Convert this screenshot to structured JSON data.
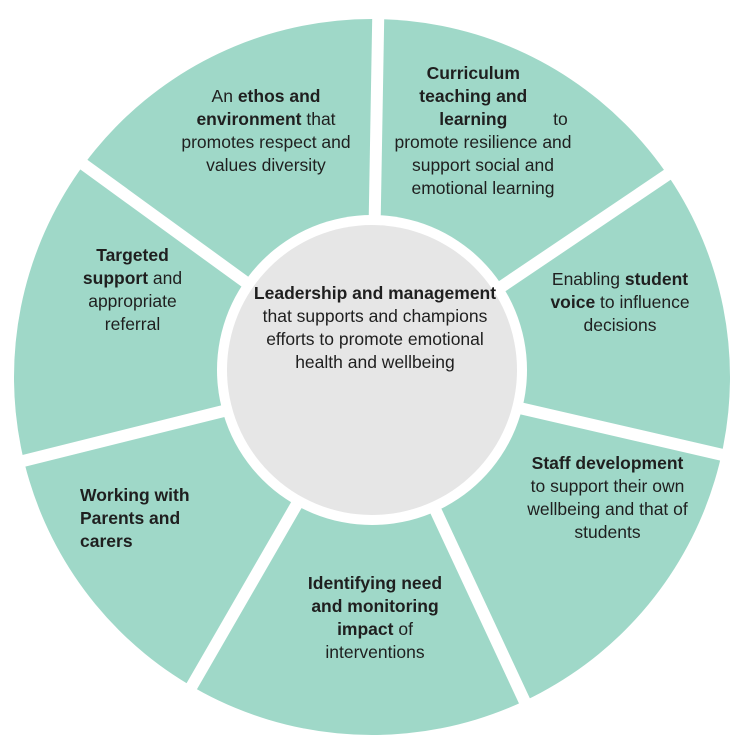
{
  "colors": {
    "segment_fill": "#9fd8c8",
    "center_fill": "#e6e6e6",
    "divider": "#ffffff",
    "text": "#1f1f1f"
  },
  "center": {
    "bold": "Leadership and management",
    "rest": " that supports and champions efforts to promote emotional health and wellbeing"
  },
  "segments": [
    {
      "id": "curriculum",
      "bold": "Curriculum teaching and learning",
      "rest": " to promote resilience and support social and emotional learning"
    },
    {
      "id": "student-voice",
      "pre": "Enabling ",
      "bold": "student voice",
      "rest": " to influence decisions"
    },
    {
      "id": "staff-development",
      "bold": "Staff development",
      "rest": " to support their own wellbeing and that of students"
    },
    {
      "id": "identifying-need",
      "bold": "Identifying need and monitoring impact",
      "rest": " of interventions"
    },
    {
      "id": "parents",
      "bold": "Working with Parents and carers",
      "rest": ""
    },
    {
      "id": "targeted-support",
      "bold": "Targeted support",
      "rest": " and appropriate referral"
    },
    {
      "id": "ethos",
      "pre": "An ",
      "bold": "ethos and environment",
      "rest": " that promotes respect and values diversity"
    }
  ]
}
